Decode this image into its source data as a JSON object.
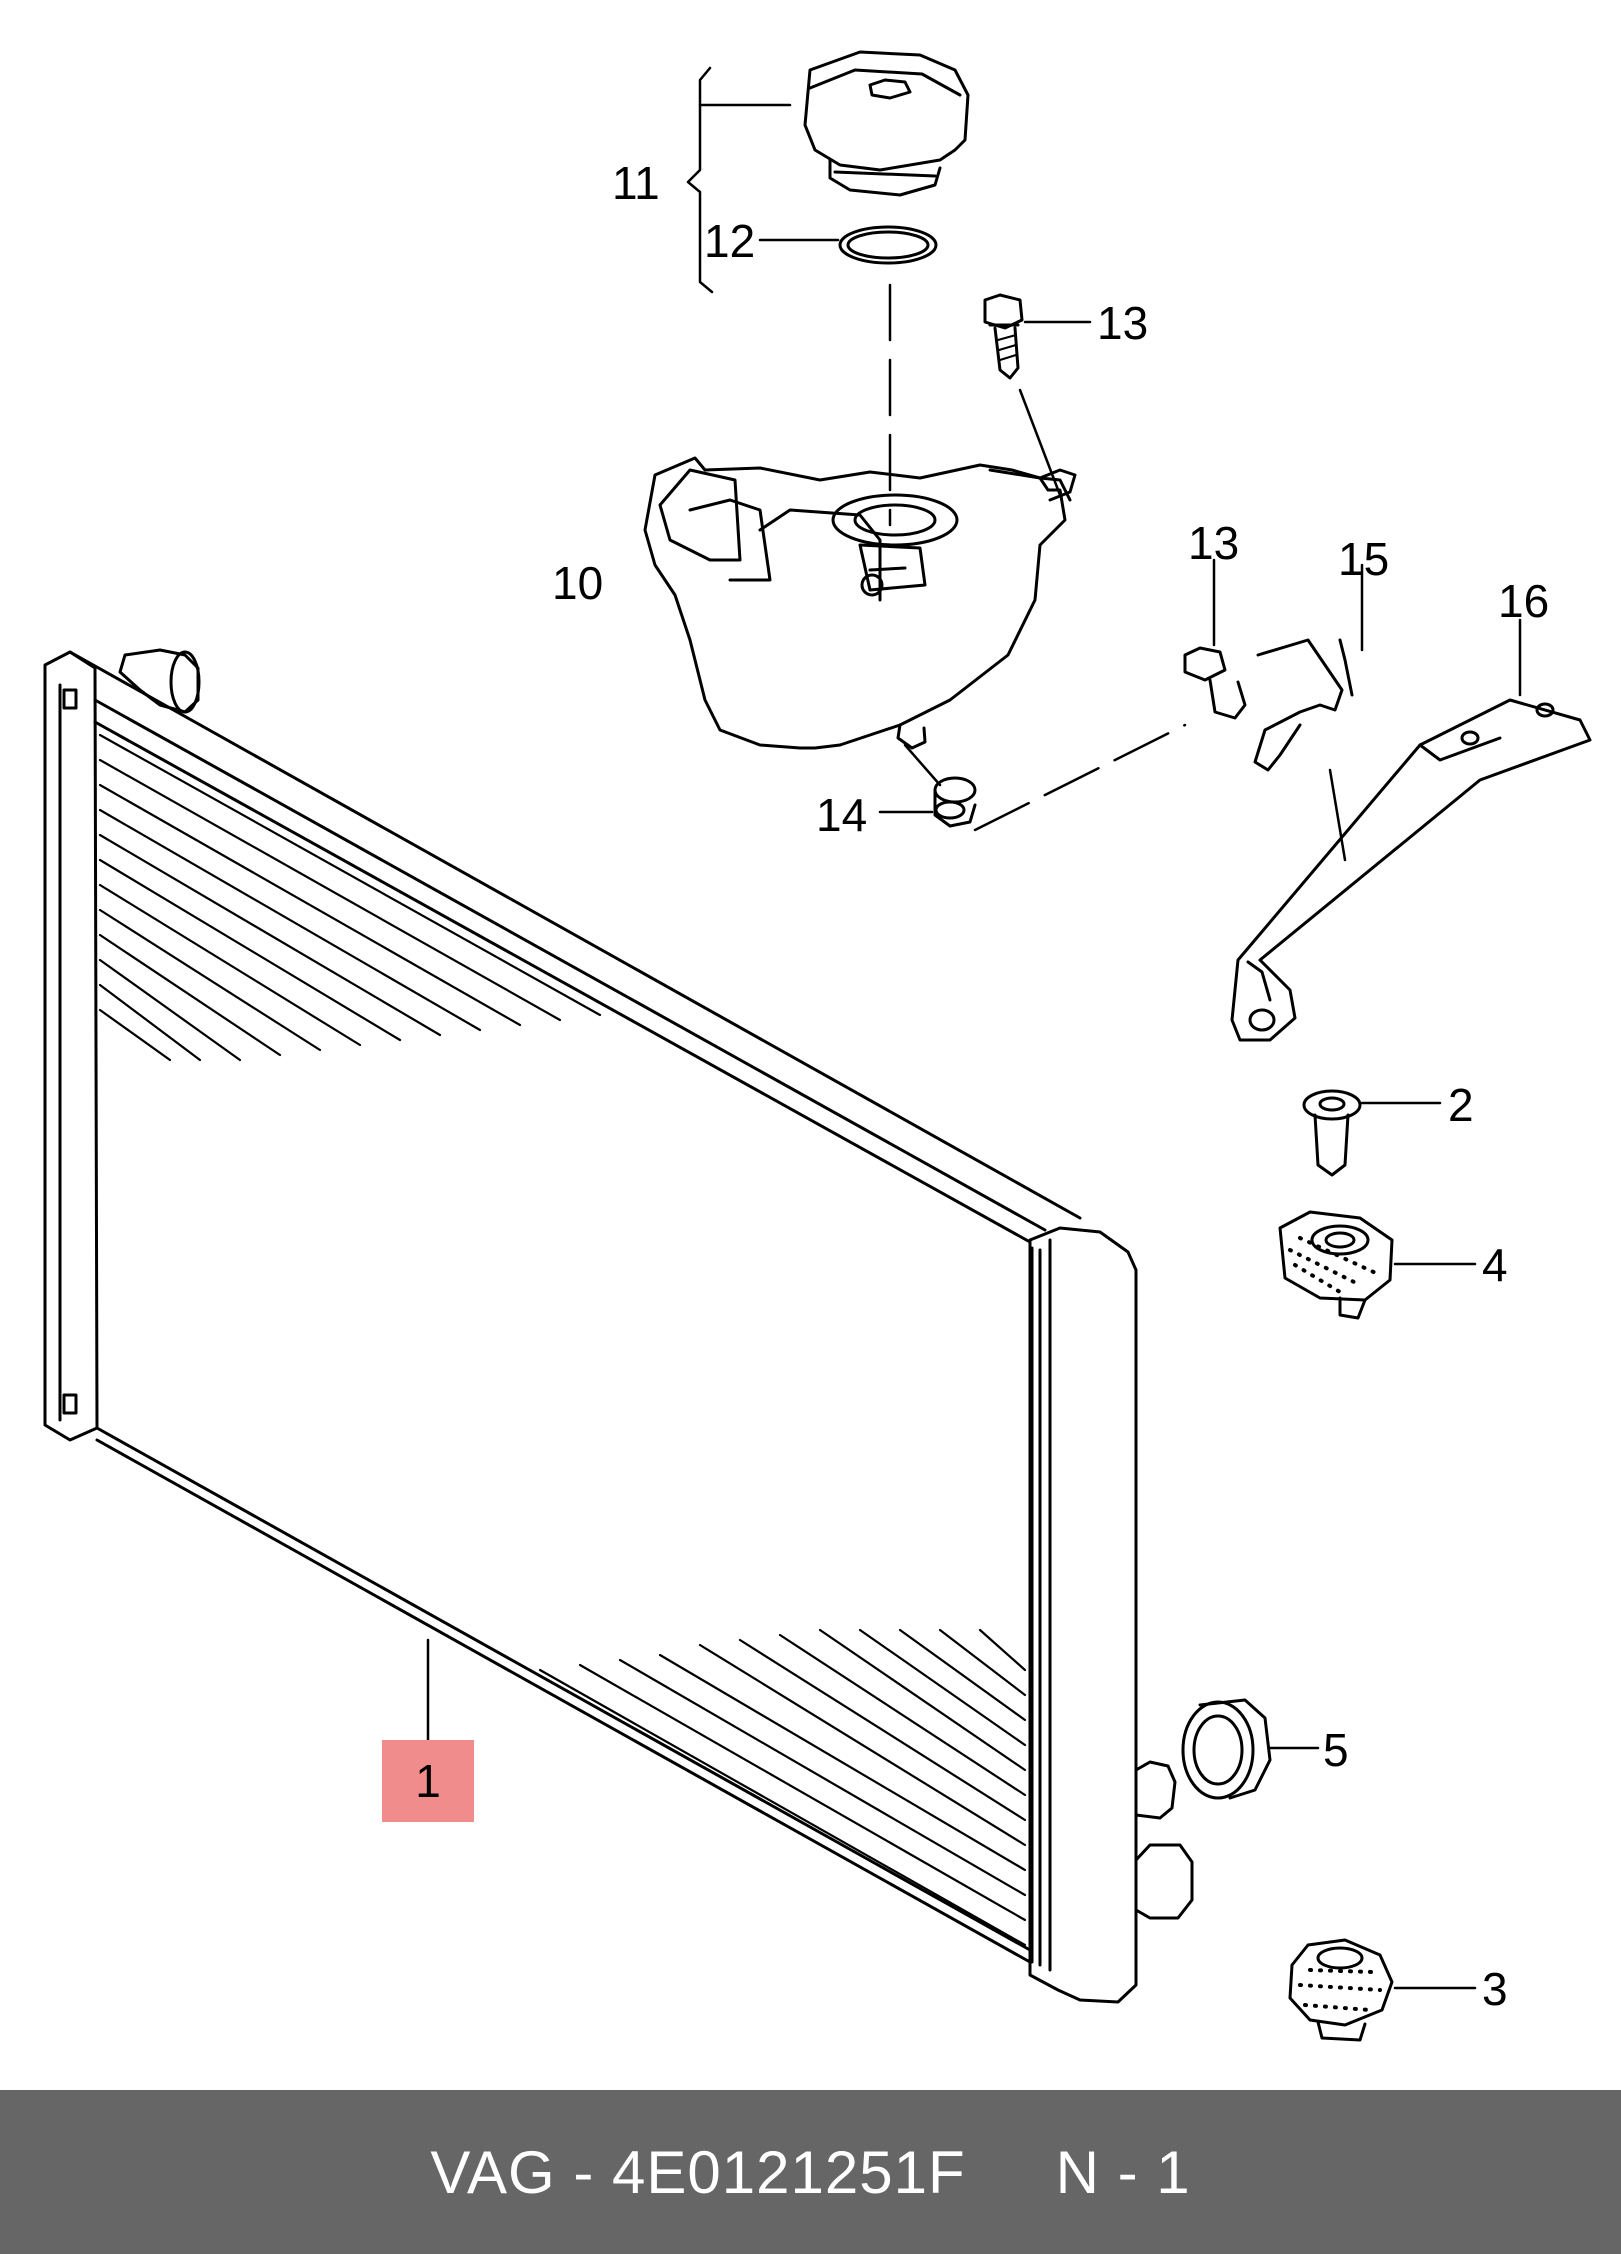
{
  "callouts": [
    {
      "id": "1",
      "label": "1",
      "highlight": true
    },
    {
      "id": "2",
      "label": "2"
    },
    {
      "id": "3",
      "label": "3"
    },
    {
      "id": "4",
      "label": "4"
    },
    {
      "id": "5",
      "label": "5"
    },
    {
      "id": "10",
      "label": "10"
    },
    {
      "id": "11",
      "label": "11"
    },
    {
      "id": "12",
      "label": "12"
    },
    {
      "id": "13a",
      "label": "13"
    },
    {
      "id": "13b",
      "label": "13"
    },
    {
      "id": "14",
      "label": "14"
    },
    {
      "id": "15",
      "label": "15"
    },
    {
      "id": "16",
      "label": "16"
    }
  ],
  "footer": {
    "brand": "VAG",
    "separator": "-",
    "part_number": "4E0121251F",
    "page_ref": "N - 1"
  },
  "colors": {
    "highlight": "#f08c8c",
    "footer_bg": "#666666",
    "footer_text": "#ffffff",
    "line": "#000000"
  }
}
